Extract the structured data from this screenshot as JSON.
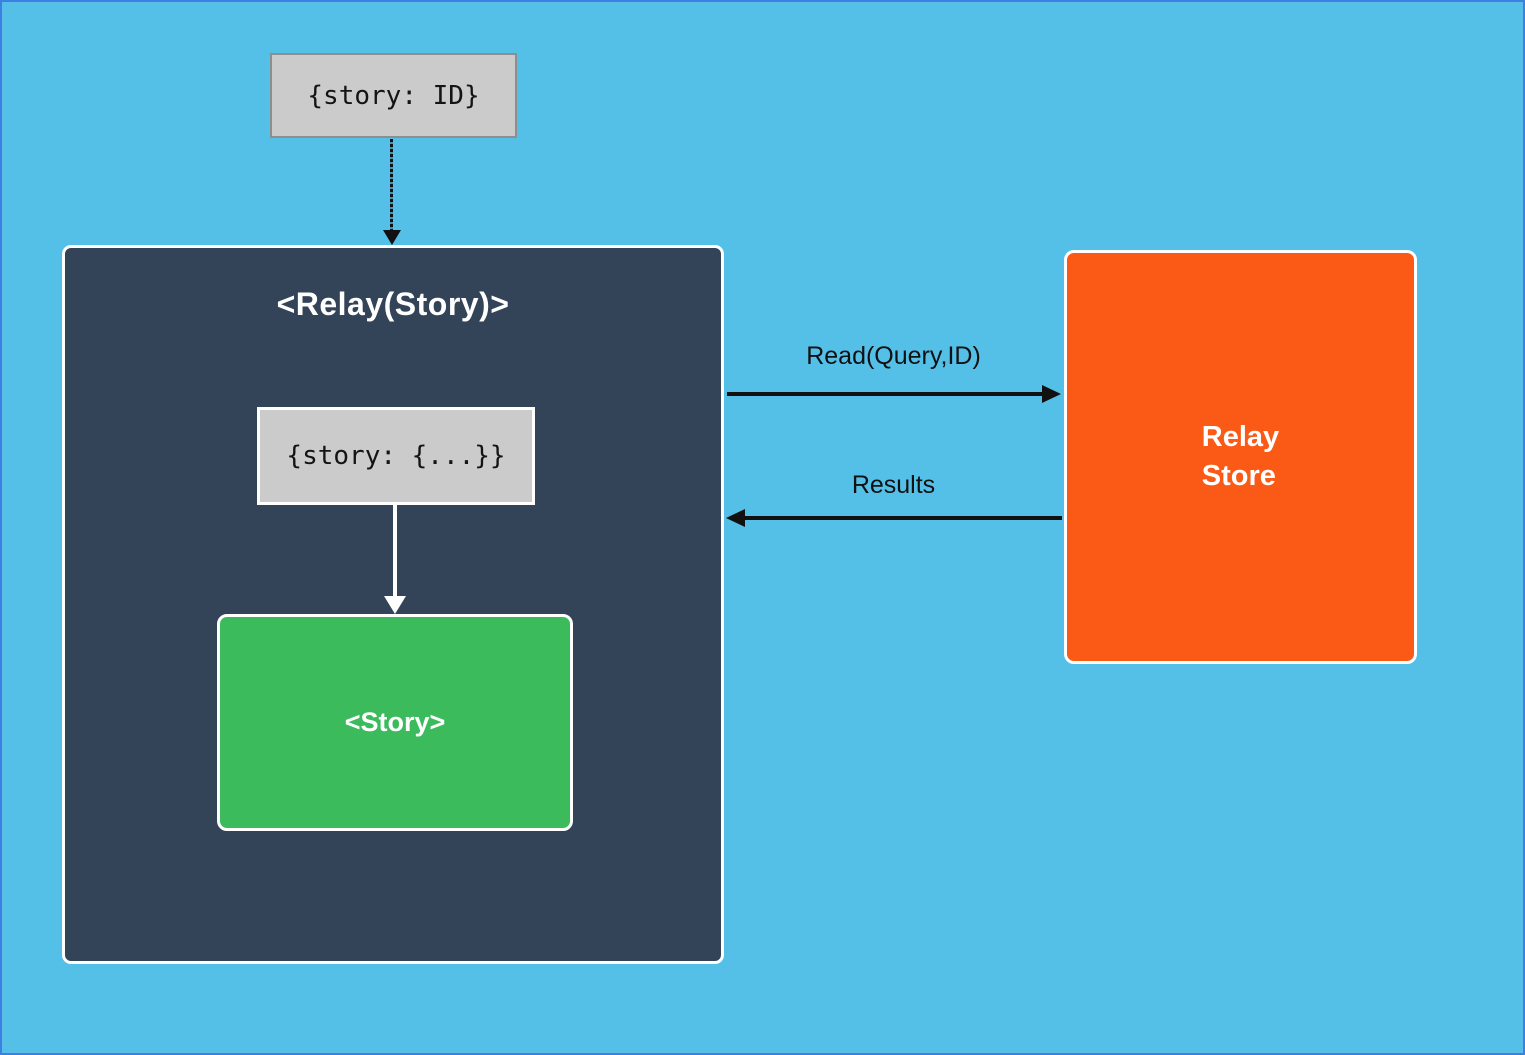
{
  "colors": {
    "background": "#54c0e8",
    "frame_border": "#3f7ee3",
    "relay_container": "#344458",
    "story_green": "#3cbb5c",
    "store_orange": "#fa5a16",
    "props_gray": "#cbcbcb",
    "arrow_black": "#111111",
    "arrow_white": "#ffffff"
  },
  "nodes": {
    "story_id": {
      "label": "{story: ID}"
    },
    "relay_container": {
      "title": "<Relay(Story)>"
    },
    "story_props": {
      "label": "{story: {...}}"
    },
    "story": {
      "label": "<Story>"
    },
    "relay_store": {
      "label": "Relay\nStore"
    }
  },
  "edges": {
    "id_to_relay": {
      "style": "dotted",
      "direction": "down"
    },
    "props_to_story": {
      "style": "solid-white",
      "direction": "down"
    },
    "read": {
      "label": "Read(Query,ID)",
      "direction": "right"
    },
    "results": {
      "label": "Results",
      "direction": "left"
    }
  }
}
